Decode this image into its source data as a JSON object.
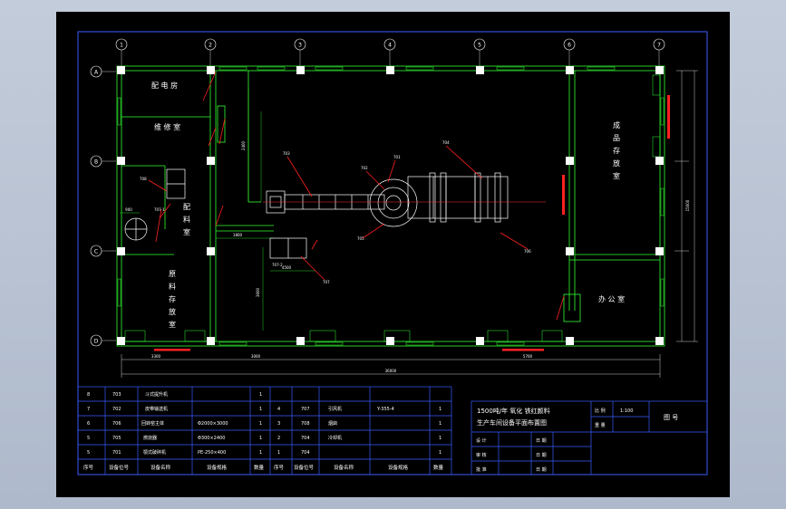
{
  "drawing": {
    "axis_numbers": [
      "1",
      "2",
      "3",
      "4",
      "5",
      "6",
      "7"
    ],
    "axis_letters": [
      "A",
      "B",
      "C",
      "D"
    ],
    "rooms": {
      "power_room": "配 电 房",
      "repair_room": "维 修 室",
      "batching_1": "配",
      "batching_2": "料",
      "batching_3": "室",
      "raw_1": "原",
      "raw_2": "料",
      "raw_3": "存",
      "raw_4": "放",
      "raw_5": "室",
      "product_1": "成",
      "product_2": "品",
      "product_3": "存",
      "product_4": "放",
      "product_5": "室",
      "office": "办 公 室"
    },
    "dimensions": {
      "overall_width": "36000",
      "overall_height": "15000",
      "dim_a": "3300",
      "dim_b": "3000",
      "dim_c": "5700",
      "dim_d": "2400",
      "dim_e": "1800",
      "dim_f": "900",
      "dim_g": "3600",
      "dim_h": "4500"
    },
    "equipment_tags": [
      "703",
      "702",
      "701",
      "704",
      "705",
      "706",
      "707",
      "708",
      "707-1",
      "707-2"
    ]
  },
  "equipment_table": {
    "rows": [
      {
        "no": "8",
        "code": "703",
        "name": "斗式提升机",
        "spec": "",
        "qty": "1",
        "no2": "",
        "code2": "",
        "name2": "",
        "spec2": "",
        "qty2": ""
      },
      {
        "no": "7",
        "code": "702",
        "name": "皮带输送机",
        "spec": "",
        "qty": "1",
        "no2": "4",
        "code2": "707",
        "name2": "引风机",
        "spec2": "Y-355-4",
        "qty2": "1"
      },
      {
        "no": "6",
        "code": "706",
        "name": "回转窑主体",
        "spec": "Φ2000×3000",
        "qty": "1",
        "no2": "3",
        "code2": "708",
        "name2": "烟囱",
        "spec2": "",
        "qty2": "1"
      },
      {
        "no": "5",
        "code": "705",
        "name": "燃烧器",
        "spec": "Φ300×2400",
        "qty": "1",
        "no2": "2",
        "code2": "704",
        "name2": "冷却机",
        "spec2": "",
        "qty2": "1"
      },
      {
        "no": "5",
        "code": "701",
        "name": "颚式破碎机",
        "spec": "PE-250×400",
        "qty": "1",
        "no2": "1",
        "code2": "704",
        "name2": "",
        "spec2": "",
        "qty2": "1"
      }
    ],
    "headers": {
      "seq": "序号",
      "code": "设备位号",
      "name": "设备名称",
      "spec": "设备规格",
      "remark": "数量",
      "seq2": "序号",
      "code2": "设备位号",
      "name2": "设备名称",
      "spec2": "设备规格",
      "remark2": "数量"
    }
  },
  "title_block": {
    "title_line1": "1500吨/年 氧化 铁红颜料",
    "title_line2": "生产车间设备平面布置图",
    "scale_label": "比 例",
    "scale_value": "1:100",
    "sheet_label": "图 号",
    "material_label": "重 量",
    "material_value": "",
    "design": "设 计",
    "check": "审 核",
    "approve": "批 准",
    "date": "日 期",
    "date2": "日 期",
    "date3": "日 期"
  }
}
